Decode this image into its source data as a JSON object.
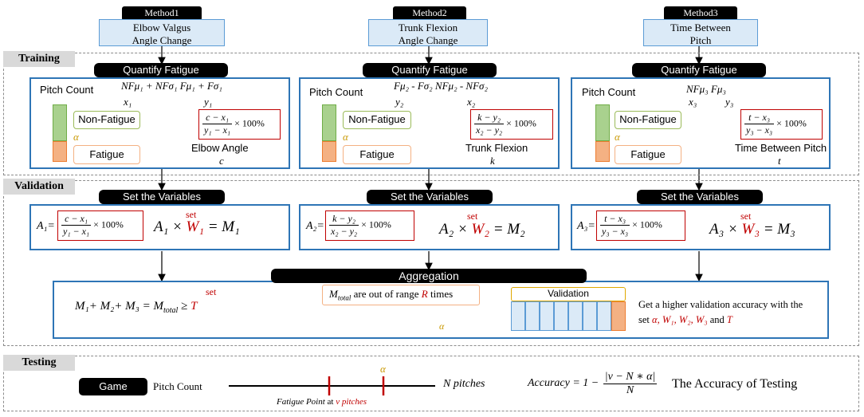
{
  "methods": [
    {
      "tag": "Method1",
      "line1": "Elbow  Valgus",
      "line2": "Angle  Change"
    },
    {
      "tag": "Method2",
      "line1": "Trunk  Flexion",
      "line2": "Angle  Change"
    },
    {
      "tag": "Method3",
      "line1": "Time  Between",
      "line2": "Pitch"
    }
  ],
  "sections": {
    "training": "Training",
    "validation": "Validation",
    "testing": "Testing"
  },
  "quantify_label": "Quantify  Fatigue",
  "set_variables_label": "Set the  Variables",
  "aggregation_label": "Aggregation",
  "training_panels": [
    {
      "pitch_count": "Pitch Count",
      "nonfatigue": "Non-Fatigue",
      "fatigue": "Fatigue",
      "alpha": "α",
      "formula_top": "NFμ₁ + NFσ₁  Fμ₁ + Fσ₁",
      "x_label": "x₁",
      "y_label": "y₁",
      "frac_num": "c − x₁",
      "frac_den": "y₁ − x₁",
      "times100": "× 100%",
      "measure": "Elbow Angle",
      "var": "c"
    },
    {
      "pitch_count": "Pitch Count",
      "nonfatigue": "Non-Fatigue",
      "fatigue": "Fatigue",
      "alpha": "α",
      "formula_top": "Fμ₂ - Fσ₂  NFμ₂ - NFσ₂",
      "x_label": "y₂",
      "y_label": "x₂",
      "frac_num": "k − y₂",
      "frac_den": "x₂ − y₂",
      "times100": "× 100%",
      "measure": "Trunk Flexion",
      "var": "k"
    },
    {
      "pitch_count": "Pitch Count",
      "nonfatigue": "Non-Fatigue",
      "fatigue": "Fatigue",
      "alpha": "α",
      "formula_top": "NFμ₃    Fμ₃",
      "x_label": "x₃",
      "y_label": "y₃",
      "frac_num": "t − x₃",
      "frac_den": "y₃ − x₃",
      "times100": "× 100%",
      "measure": "Time Between Pitch",
      "var": "t"
    }
  ],
  "validation_panels": [
    {
      "A": "A₁=",
      "frac_num": "c − x₁",
      "frac_den": "y₁ − x₁",
      "times100": "× 100%",
      "set": "set",
      "eq_pre": "A₁ × ",
      "W": "W₁",
      "eq_post": " = M₁"
    },
    {
      "A": "A₂=",
      "frac_num": "k − y₂",
      "frac_den": "x₂ − y₂",
      "times100": "× 100%",
      "set": "set",
      "eq_pre": "A₂ × ",
      "W": "W₂",
      "eq_post": " = M₂"
    },
    {
      "A": "A₃=",
      "frac_num": "t − x₃",
      "frac_den": "y₃ − x₃",
      "times100": "× 100%",
      "set": "set",
      "eq_pre": "A₃ × ",
      "W": "W₃",
      "eq_post": " = M₃"
    }
  ],
  "aggregation": {
    "sum_pre": "M₁+ M₂+ M₃ = M",
    "sum_sub": "total",
    "sum_ge": " ≥ ",
    "sum_T": "T",
    "set": "set",
    "range_M": "M",
    "range_sub": "total",
    "range_mid": " are out of range ",
    "range_R": "R",
    "range_post": " times",
    "alpha": "α",
    "validation_label": "Validation",
    "result_line1": "Get a higher validation accuracy with the",
    "result_set": "set",
    "result_vars": "α, W₁, W₂, W₃",
    "result_and": " and ",
    "result_T": "T"
  },
  "testing": {
    "game": "Game",
    "pitch_count": "Pitch Count",
    "alpha": "α",
    "fatigue_point": "Fatigue Point",
    "at": " at ",
    "v_pitches": "v pitches",
    "n_pitches": "N  pitches",
    "accuracy_pre": "Accuracy = 1 −",
    "acc_num": "|v − N ∗ α|",
    "acc_den": "N",
    "accuracy_label": "The Accuracy of Testing"
  },
  "colors": {
    "blue": "#2e75b6",
    "red": "#c00000",
    "green": "#9bbb59",
    "orange": "#f4b183",
    "method_fill": "#dbeaf7"
  }
}
